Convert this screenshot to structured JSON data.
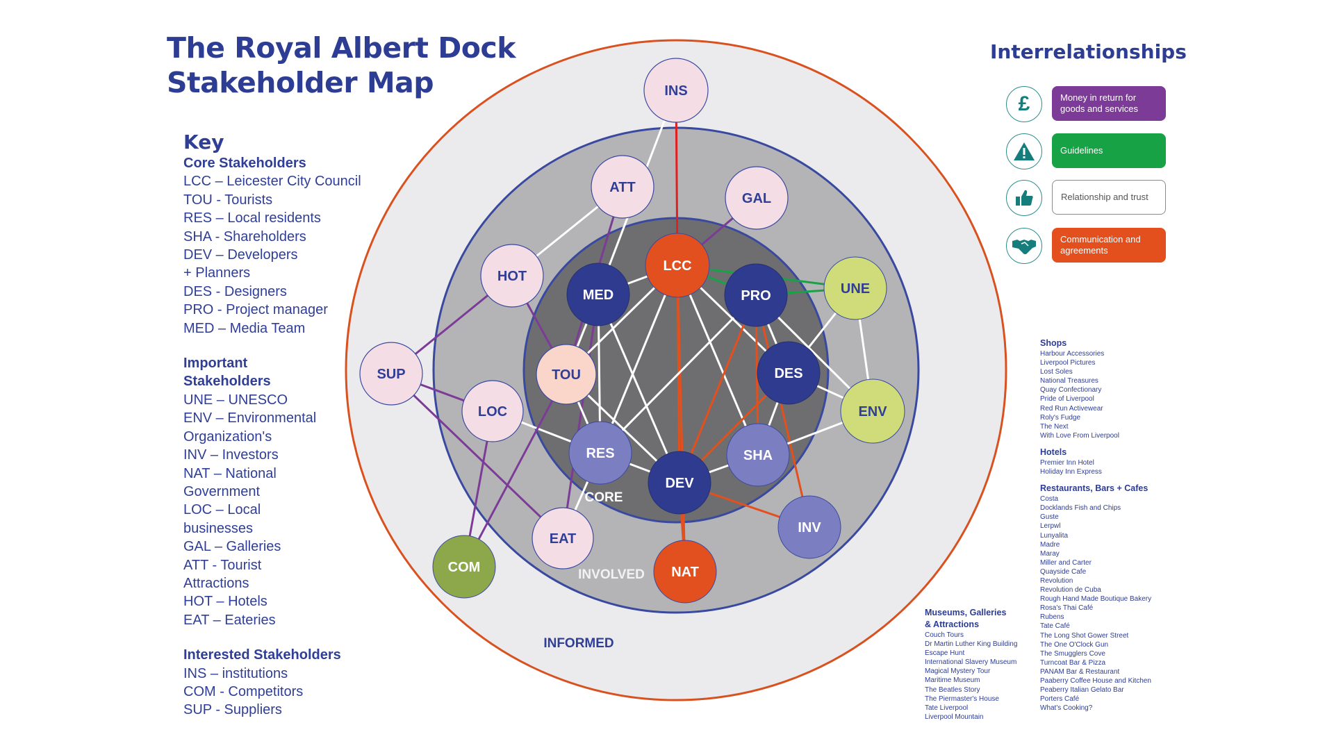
{
  "title": {
    "line1": "The Royal Albert Dock",
    "line2": "Stakeholder Map"
  },
  "key": {
    "heading": "Key",
    "core_heading": "Core Stakeholders",
    "core_items": [
      "LCC – Leicester City Council",
      "TOU - Tourists",
      "RES – Local residents",
      "SHA - Shareholders",
      "DEV – Developers",
      "+ Planners",
      "DES - Designers",
      "PRO -  Project manager",
      "MED – Media Team"
    ],
    "important_heading_1": "Important",
    "important_heading_2": "Stakeholders",
    "important_items": [
      "UNE – UNESCO",
      "ENV – Environmental",
      "Organization's",
      "INV – Investors",
      "NAT – National",
      "Government",
      "LOC – Local",
      "businesses",
      "GAL – Galleries",
      "ATT - Tourist",
      "Attractions",
      "HOT – Hotels",
      "EAT – Eateries"
    ],
    "interested_heading": "Interested Stakeholders",
    "interested_items": [
      "INS – institutions",
      "COM - Competitors",
      "SUP - Suppliers"
    ]
  },
  "rings": {
    "core": "CORE",
    "involved": "INVOLVED",
    "informed": "INFORMED"
  },
  "nodes": {
    "INS": "INS",
    "ATT": "ATT",
    "GAL": "GAL",
    "HOT": "HOT",
    "LCC": "LCC",
    "MED": "MED",
    "PRO": "PRO",
    "UNE": "UNE",
    "SUP": "SUP",
    "TOU": "TOU",
    "DES": "DES",
    "LOC": "LOC",
    "ENV": "ENV",
    "RES": "RES",
    "SHA": "SHA",
    "DEV": "DEV",
    "INV": "INV",
    "EAT": "EAT",
    "COM": "COM",
    "NAT": "NAT"
  },
  "interrelationships": {
    "title": "Interrelationships",
    "items": [
      {
        "icon": "pound-icon",
        "label": "Money in return for goods and services",
        "color": "#7b3b96"
      },
      {
        "icon": "warning-icon",
        "label": "Guidelines",
        "color": "#17a245"
      },
      {
        "icon": "thumbs-up-icon",
        "label": "Relationship and trust",
        "color": "#ffffff"
      },
      {
        "icon": "handshake-icon",
        "label": "Communication and agreements",
        "color": "#e3501e"
      }
    ]
  },
  "directory": {
    "shops": {
      "heading": "Shops",
      "items": [
        "Harbour Accessories",
        "Liverpool Pictures",
        "Lost Soles",
        "National Treasures",
        "Quay Confectionary",
        "Pride of Liverpool",
        "Red Run Activewear",
        "Roly's Fudge",
        "The Next",
        "With Love From Liverpool"
      ]
    },
    "hotels": {
      "heading": "Hotels",
      "items": [
        "Premier Inn Hotel",
        "Holiday Inn Express"
      ]
    },
    "restaurants": {
      "heading": "Restaurants, Bars + Cafes",
      "items": [
        "Costa",
        "Docklands Fish and Chips",
        "Guste",
        "Lerpwl",
        "Lunyalita",
        "Madre",
        "Maray",
        "Miller and Carter",
        "Quayside Cafe",
        "Revolution",
        "Revolution de Cuba",
        "Rough Hand Made Boutique Bakery",
        "Rosa's Thai Café",
        "Rubens",
        "Tate Café",
        "The Long Shot Gower Street",
        "The One O'Clock Gun",
        "The Smugglers Cove",
        "Turncoat Bar & Pizza",
        "PANAM Bar & Restaurant",
        "Paaberry Coffee House and Kitchen",
        "Peaberry Italian Gelato Bar",
        "Porters Café",
        "What's Cooking?"
      ]
    },
    "museums": {
      "heading_1": "Museums, Galleries",
      "heading_2": "& Attractions",
      "items": [
        "Couch Tours",
        "Dr Martin Luther King Building",
        "Escape Hunt",
        "International Slavery Museum",
        "Magical Mystery Tour",
        "Maritime Museum",
        "The Beatles Story",
        "The Piermaster's House",
        "Tate Liverpool",
        "Liverpool Mountain"
      ]
    }
  },
  "colors": {
    "core_node": "#2f3b8f",
    "lcc_node": "#e2501f",
    "important_pink": "#f5dde6",
    "light_blue_node": "#7b7ec0",
    "lime_node": "#cfdc79",
    "olive_node": "#8da84a",
    "tou_node": "#f9d6c9",
    "money": "#7b3b96",
    "guidelines": "#17a245",
    "trust": "#ffffff",
    "communication": "#e3501e",
    "ring_outer": "#d9511f",
    "ring_mid": "#3949a0"
  }
}
